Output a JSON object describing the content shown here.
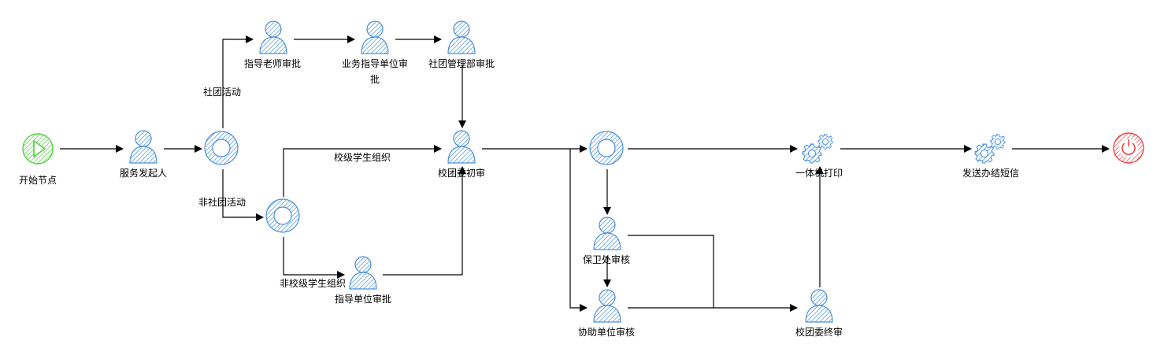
{
  "diagram": {
    "type": "workflow",
    "colors": {
      "task": "#4a90d9",
      "start": "#4fd13c",
      "end": "#e84848",
      "edge": "#000000"
    },
    "nodes": {
      "start": {
        "label": "开始节点",
        "kind": "start-event",
        "icon": "play-icon"
      },
      "initiator": {
        "label": "服务发起人",
        "kind": "user-task",
        "icon": "user-icon"
      },
      "gw1": {
        "label": "",
        "kind": "gateway",
        "icon": "gateway-ring-icon"
      },
      "advisor": {
        "label": "指导老师审批",
        "kind": "user-task",
        "icon": "user-icon"
      },
      "biz_unit": {
        "label_line1": "业务指导单位审",
        "label_line2": "批",
        "kind": "user-task",
        "icon": "user-icon"
      },
      "club_mgmt": {
        "label": "社团管理部审批",
        "kind": "user-task",
        "icon": "user-icon"
      },
      "gw2": {
        "label": "",
        "kind": "gateway",
        "icon": "gateway-ring-icon"
      },
      "guide_unit": {
        "label": "指导单位审批",
        "kind": "user-task",
        "icon": "user-icon"
      },
      "league_first": {
        "label": "校团委初审",
        "kind": "user-task",
        "icon": "user-icon"
      },
      "gw3": {
        "label": "",
        "kind": "gateway",
        "icon": "gateway-ring-icon"
      },
      "security": {
        "label": "保卫处审核",
        "kind": "user-task",
        "icon": "user-icon"
      },
      "assist_unit": {
        "label": "协助单位审核",
        "kind": "user-task",
        "icon": "user-icon"
      },
      "print": {
        "label": "一体机打印",
        "kind": "service-task",
        "icon": "gears-icon"
      },
      "league_final": {
        "label": "校团委终审",
        "kind": "user-task",
        "icon": "user-icon"
      },
      "sms": {
        "label": "发送办结短信",
        "kind": "service-task",
        "icon": "gears-icon"
      },
      "end": {
        "label": "",
        "kind": "end-event",
        "icon": "power-icon"
      }
    },
    "edge_labels": {
      "club_activity": "社团活动",
      "non_club_activity": "非社团活动",
      "school_org": "校级学生组织",
      "non_school_org": "非校级学生组织"
    },
    "edges": [
      {
        "from": "start",
        "to": "initiator"
      },
      {
        "from": "initiator",
        "to": "gw1"
      },
      {
        "from": "gw1",
        "to": "advisor",
        "label": "社团活动"
      },
      {
        "from": "gw1",
        "to": "gw2",
        "label": "非社团活动"
      },
      {
        "from": "advisor",
        "to": "biz_unit"
      },
      {
        "from": "biz_unit",
        "to": "club_mgmt"
      },
      {
        "from": "club_mgmt",
        "to": "league_first"
      },
      {
        "from": "gw2",
        "to": "league_first",
        "label": "校级学生组织"
      },
      {
        "from": "gw2",
        "to": "guide_unit",
        "label": "非校级学生组织"
      },
      {
        "from": "guide_unit",
        "to": "league_first"
      },
      {
        "from": "league_first",
        "to": "gw3"
      },
      {
        "from": "league_first",
        "to": "assist_unit"
      },
      {
        "from": "gw3",
        "to": "print"
      },
      {
        "from": "gw3",
        "to": "security"
      },
      {
        "from": "security",
        "to": "assist_unit"
      },
      {
        "from": "security",
        "to": "league_final"
      },
      {
        "from": "assist_unit",
        "to": "league_final"
      },
      {
        "from": "league_final",
        "to": "print"
      },
      {
        "from": "print",
        "to": "sms"
      },
      {
        "from": "sms",
        "to": "end"
      }
    ]
  }
}
